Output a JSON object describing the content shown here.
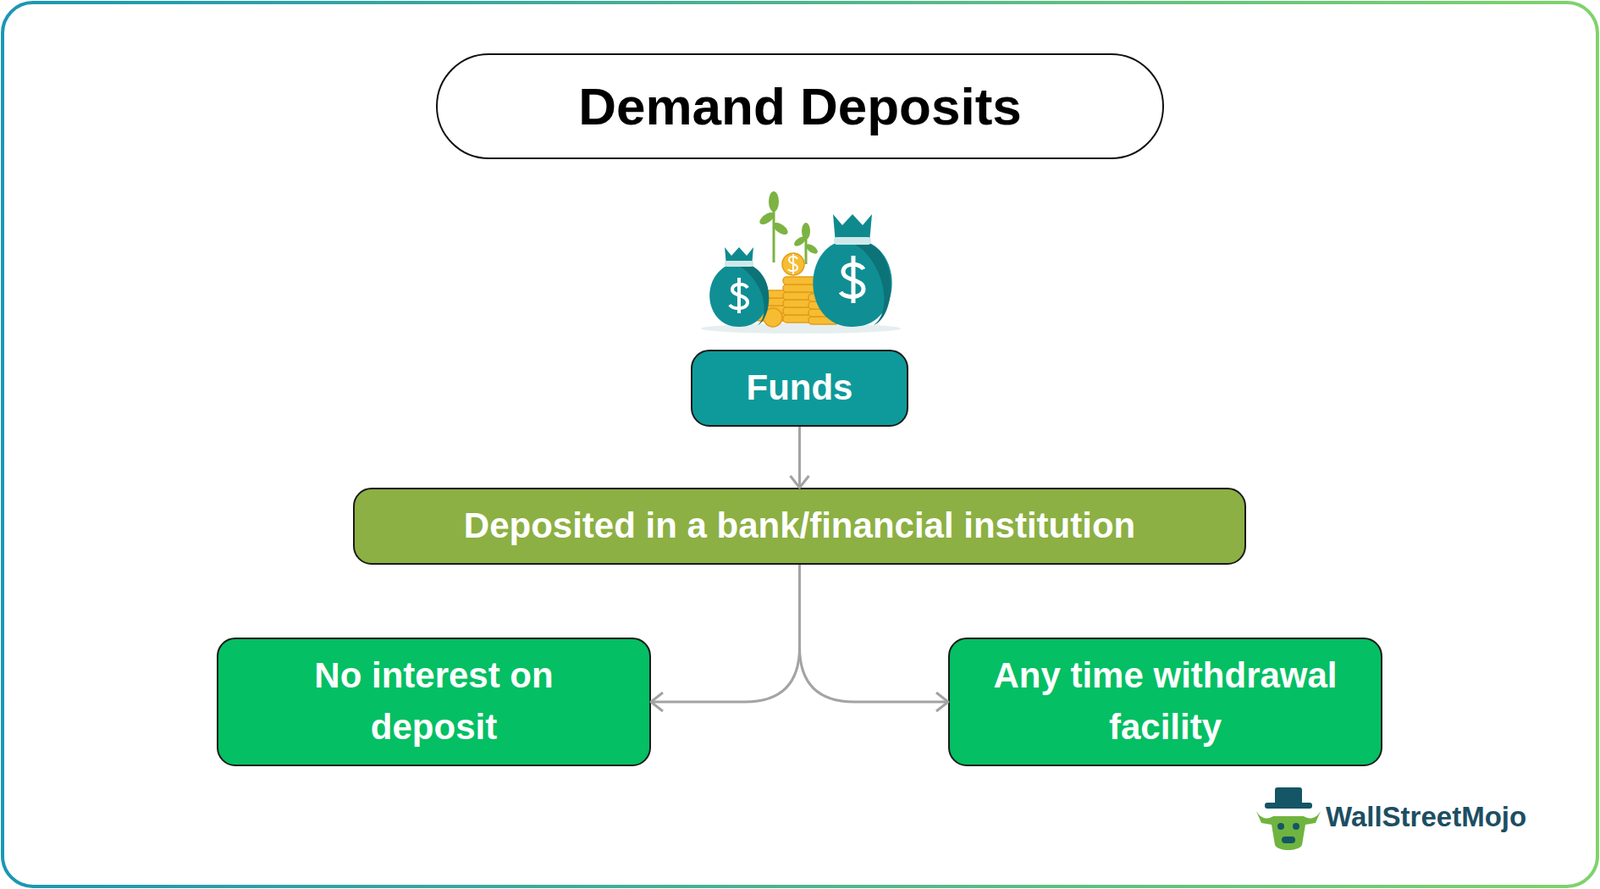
{
  "diagram": {
    "title": "Demand Deposits",
    "nodes": [
      {
        "text": [
          "Funds"
        ]
      },
      {
        "text": [
          "Deposited in a bank/financial institution"
        ]
      },
      {
        "text": [
          "No interest on deposit"
        ]
      },
      {
        "text": [
          "Any time withdrawal facility"
        ]
      }
    ],
    "edges": [
      {
        "from": 0,
        "to": 1,
        "arrow": "to"
      },
      {
        "from": 1,
        "to": 2,
        "arrow": "to"
      },
      {
        "from": 1,
        "to": 3,
        "arrow": "to"
      }
    ],
    "labels": [
      "WallStreetMojo"
    ]
  }
}
